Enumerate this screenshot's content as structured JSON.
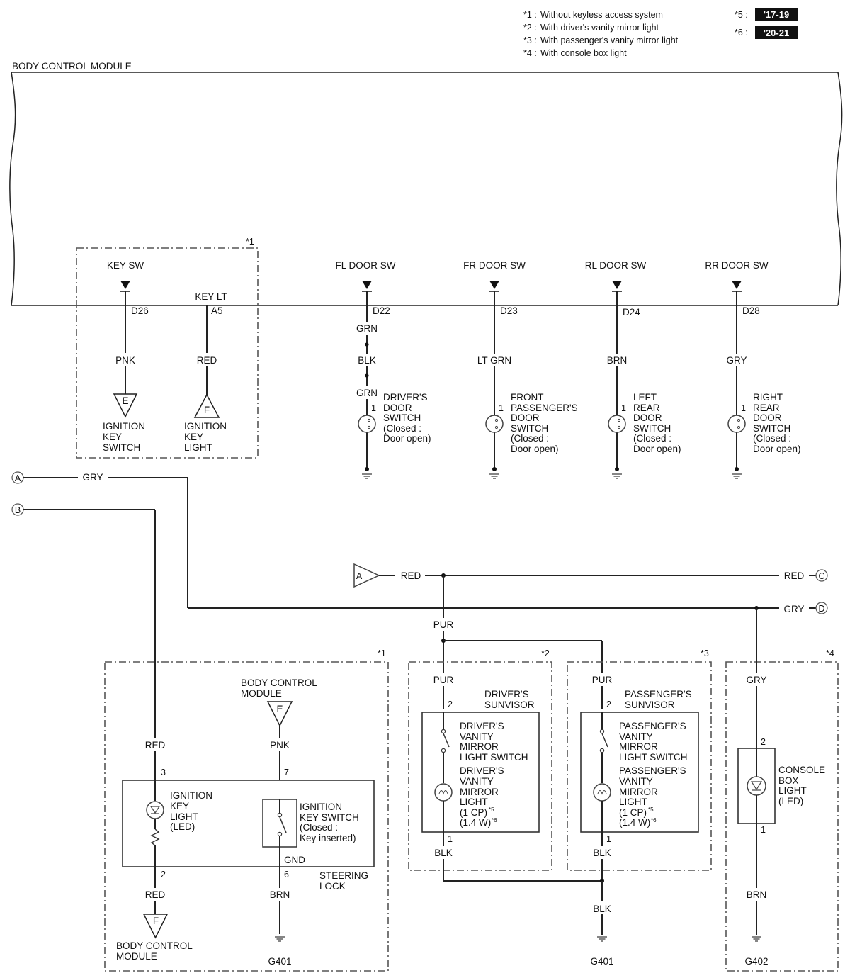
{
  "notes": [
    {
      "mark": "*1 :",
      "text": "Without keyless access system"
    },
    {
      "mark": "*2 :",
      "text": "With driver's vanity mirror light"
    },
    {
      "mark": "*3 :",
      "text": "With passenger's vanity mirror light"
    },
    {
      "mark": "*4 :",
      "text": "With console box light"
    }
  ],
  "year_notes": [
    {
      "mark": "*5 :",
      "tag": "'17-19"
    },
    {
      "mark": "*6 :",
      "tag": "'20-21"
    }
  ],
  "bcm": {
    "title": "BODY CONTROL MODULE",
    "pins": [
      {
        "name": "KEY SW",
        "pin": "D26"
      },
      {
        "name": "KEY LT",
        "pin": "A5"
      },
      {
        "name": "FL DOOR SW",
        "pin": "D22"
      },
      {
        "name": "FR DOOR SW",
        "pin": "D23"
      },
      {
        "name": "RL DOOR SW",
        "pin": "D24"
      },
      {
        "name": "RR DOOR SW",
        "pin": "D28"
      }
    ]
  },
  "group_marks": {
    "g1_top": "*1",
    "g1_bottom": "*1",
    "g2": "*2",
    "g3": "*3",
    "g4": "*4"
  },
  "top_wires": {
    "key_sw": "PNK",
    "key_lt": "RED",
    "fl_1": "GRN",
    "fl_2": "BLK",
    "fl_3": "GRN",
    "fr": "LT GRN",
    "rl": "BRN",
    "rr": "GRY"
  },
  "top_connectors": {
    "e_letter": "E",
    "e_label": [
      "IGNITION",
      "KEY",
      "SWITCH"
    ],
    "f_letter": "F",
    "f_label": [
      "IGNITION",
      "KEY",
      "LIGHT"
    ]
  },
  "door_switches": [
    {
      "pin": "1",
      "label": [
        "DRIVER'S",
        "DOOR",
        "SWITCH",
        "(Closed :",
        "Door open)"
      ]
    },
    {
      "pin": "1",
      "label": [
        "FRONT",
        "PASSENGER'S",
        "DOOR",
        "SWITCH",
        "(Closed :",
        "Door open)"
      ]
    },
    {
      "pin": "1",
      "label": [
        "LEFT",
        "REAR",
        "DOOR",
        "SWITCH",
        "(Closed :",
        "Door open)"
      ]
    },
    {
      "pin": "1",
      "label": [
        "RIGHT",
        "REAR",
        "DOOR",
        "SWITCH",
        "(Closed :",
        "Door open)"
      ]
    }
  ],
  "middle": {
    "circle_a": "A",
    "circle_b": "B",
    "circle_c": "C",
    "circle_d": "D",
    "gry_a": "GRY",
    "tri_a": "A",
    "red_left": "RED",
    "red_right": "RED",
    "gry_right": "GRY",
    "pur": "PUR"
  },
  "steering_lock": {
    "bcm_label": [
      "BODY CONTROL",
      "MODULE"
    ],
    "e_letter": "E",
    "red_top": "RED",
    "pnk": "PNK",
    "pin3": "3",
    "pin7": "7",
    "led_label": [
      "IGNITION",
      "KEY",
      "LIGHT",
      "(LED)"
    ],
    "switch_label": [
      "IGNITION",
      "KEY SWITCH",
      "(Closed :",
      "Key inserted)"
    ],
    "gnd": "GND",
    "pin2": "2",
    "pin6": "6",
    "box_label": [
      "STEERING",
      "LOCK"
    ],
    "red_bottom": "RED",
    "brn": "BRN",
    "f_letter": "F",
    "f_label": [
      "BODY CONTROL",
      "MODULE"
    ],
    "ground": "G401"
  },
  "driver_sunvisor": {
    "pur": "PUR",
    "pin2": "2",
    "title": [
      "DRIVER'S",
      "SUNVISOR"
    ],
    "switch_label": [
      "DRIVER'S",
      "VANITY",
      "MIRROR",
      "LIGHT SWITCH"
    ],
    "light_label": [
      "DRIVER'S",
      "VANITY",
      "MIRROR",
      "LIGHT",
      "(1 CP)",
      "(1.4 W)"
    ],
    "sup5": "*5",
    "sup6": "*6",
    "pin1": "1",
    "blk": "BLK"
  },
  "passenger_sunvisor": {
    "pur": "PUR",
    "pin2": "2",
    "title": [
      "PASSENGER'S",
      "SUNVISOR"
    ],
    "switch_label": [
      "PASSENGER'S",
      "VANITY",
      "MIRROR",
      "LIGHT SWITCH"
    ],
    "light_label": [
      "PASSENGER'S",
      "VANITY",
      "MIRROR",
      "LIGHT",
      "(1 CP)",
      "(1.4 W)"
    ],
    "sup5": "*5",
    "sup6": "*6",
    "pin1": "1",
    "blk": "BLK"
  },
  "sunvisor_ground": {
    "blk": "BLK",
    "ground": "G401"
  },
  "console": {
    "gry": "GRY",
    "pin2": "2",
    "label": [
      "CONSOLE",
      "BOX",
      "LIGHT",
      "(LED)"
    ],
    "pin1": "1",
    "brn": "BRN",
    "ground": "G402"
  }
}
